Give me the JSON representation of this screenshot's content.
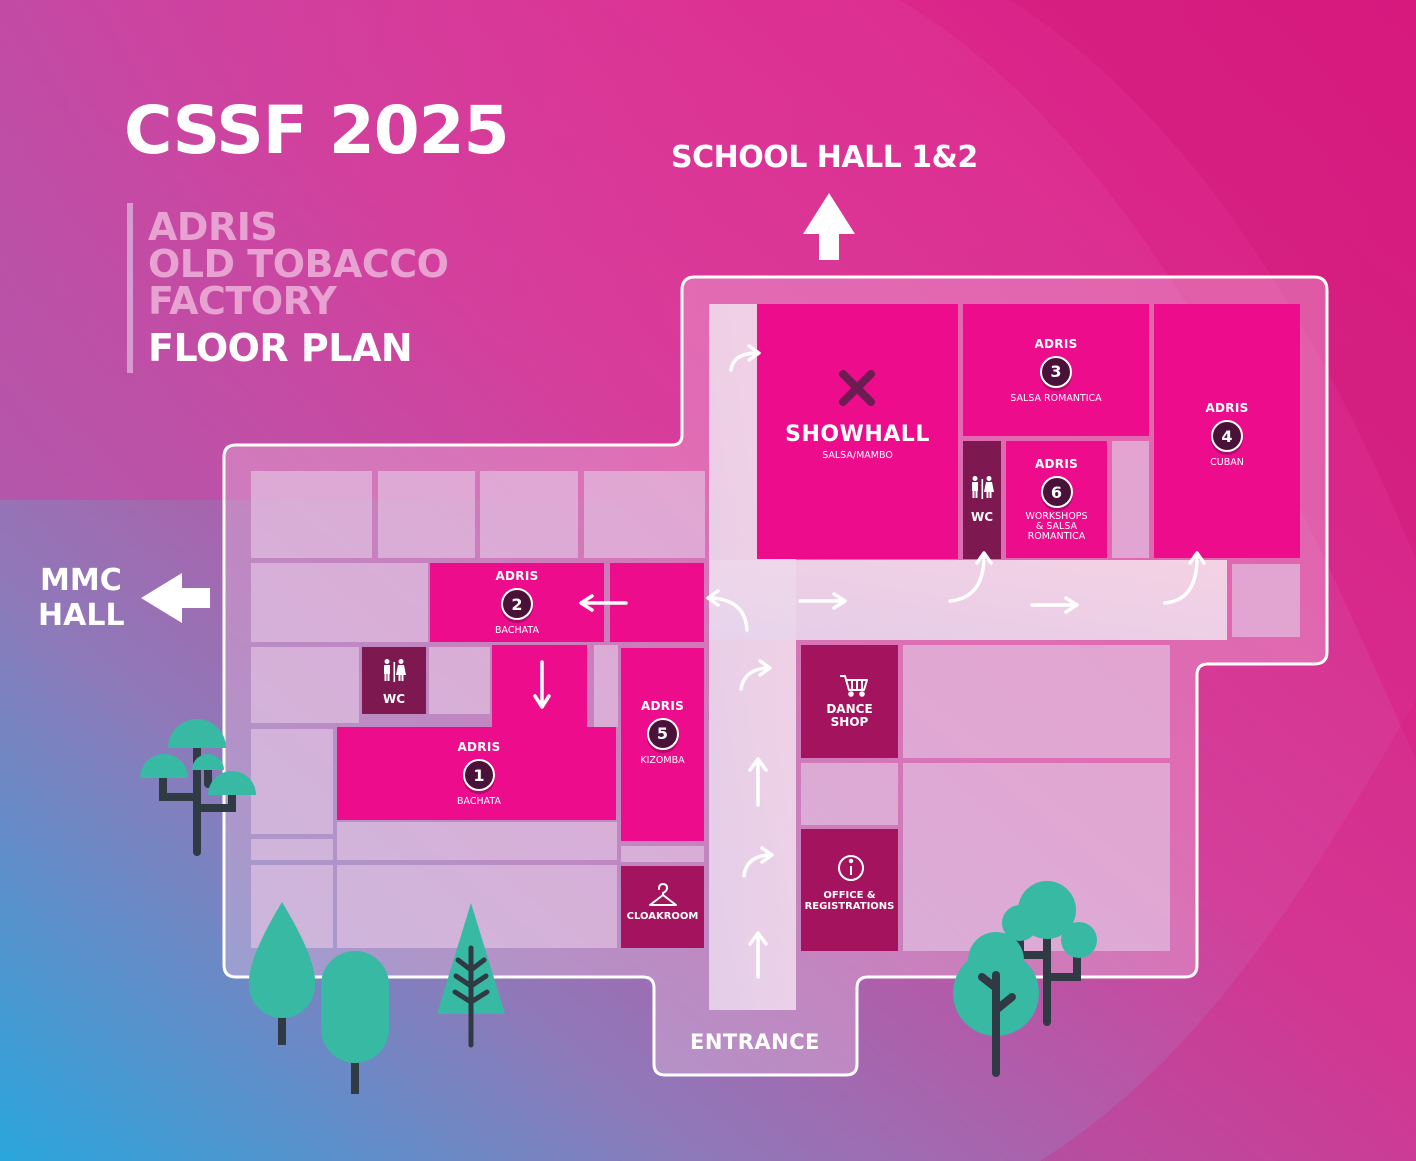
{
  "title": "CSSF 2025",
  "venue": {
    "line1": "ADRIS",
    "line2": "OLD TOBACCO",
    "line3": "FACTORY",
    "line4": "FLOOR PLAN"
  },
  "exits": {
    "north": "SCHOOL HALL 1&2",
    "west_line1": "MMC",
    "west_line2": "HALL",
    "south": "ENTRANCE"
  },
  "rooms": {
    "showhall": {
      "name": "SHOWHALL",
      "style": "SALSA/MAMBO"
    },
    "adris1": {
      "venue": "ADRIS",
      "number": "1",
      "style": "BACHATA"
    },
    "adris2": {
      "venue": "ADRIS",
      "number": "2",
      "style": "BACHATA"
    },
    "adris3": {
      "venue": "ADRIS",
      "number": "3",
      "style": "SALSA ROMANTICA"
    },
    "adris4": {
      "venue": "ADRIS",
      "number": "4",
      "style": "CUBAN"
    },
    "adris5": {
      "venue": "ADRIS",
      "number": "5",
      "style": "KIZOMBA"
    },
    "adris6": {
      "venue": "ADRIS",
      "number": "6",
      "style_line1": "WORKSHOPS",
      "style_line2": "& SALSA",
      "style_line3": "ROMANTICA"
    }
  },
  "facilities": {
    "wc_left": "WC",
    "wc_right": "WC",
    "shop_line1": "DANCE",
    "shop_line2": "SHOP",
    "cloakroom": "CLOAKROOM",
    "office_line1": "OFFICE &",
    "office_line2": "REGISTRATIONS"
  },
  "colors": {
    "room_magenta": "#ec0c8c",
    "facility_dark": "#a3135e",
    "wc_dark": "#7d1850",
    "tree_green": "#38b9a3",
    "trunk": "#2f3a44"
  }
}
